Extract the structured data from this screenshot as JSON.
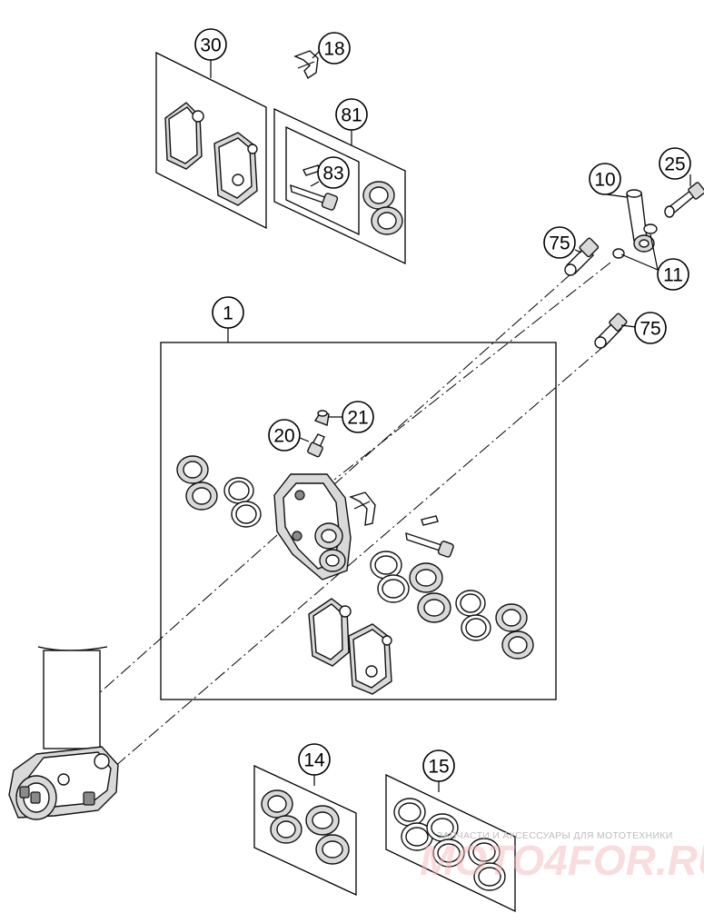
{
  "callouts": [
    {
      "id": "c30",
      "label": "30"
    },
    {
      "id": "c18",
      "label": "18"
    },
    {
      "id": "c81",
      "label": "81"
    },
    {
      "id": "c83",
      "label": "83"
    },
    {
      "id": "c10",
      "label": "10"
    },
    {
      "id": "c25",
      "label": "25"
    },
    {
      "id": "c75a",
      "label": "75"
    },
    {
      "id": "c11",
      "label": "11"
    },
    {
      "id": "c75b",
      "label": "75"
    },
    {
      "id": "c1",
      "label": "1"
    },
    {
      "id": "c21",
      "label": "21"
    },
    {
      "id": "c20",
      "label": "20"
    },
    {
      "id": "c14",
      "label": "14"
    },
    {
      "id": "c15",
      "label": "15"
    }
  ],
  "watermark": {
    "tagline": "ЗАПЧАСТИ И АКСЕССУАРЫ ДЛЯ МОТОТЕХНИКИ",
    "brand": "MOTO4FOR.RU",
    "brand_color": "#e8737c"
  }
}
